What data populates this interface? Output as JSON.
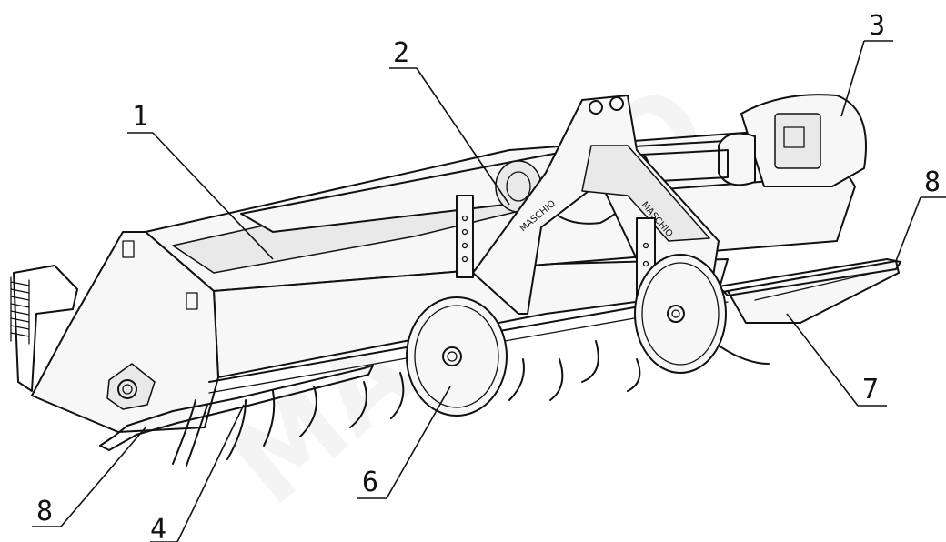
{
  "watermark": "MASCHIO",
  "callouts": [
    {
      "id": "c1",
      "label": "1"
    },
    {
      "id": "c2",
      "label": "2"
    },
    {
      "id": "c3",
      "label": "3"
    },
    {
      "id": "c4",
      "label": "4"
    },
    {
      "id": "c6",
      "label": "6"
    },
    {
      "id": "c7",
      "label": "7"
    },
    {
      "id": "c8a",
      "label": "8"
    },
    {
      "id": "c8b",
      "label": "8"
    }
  ]
}
